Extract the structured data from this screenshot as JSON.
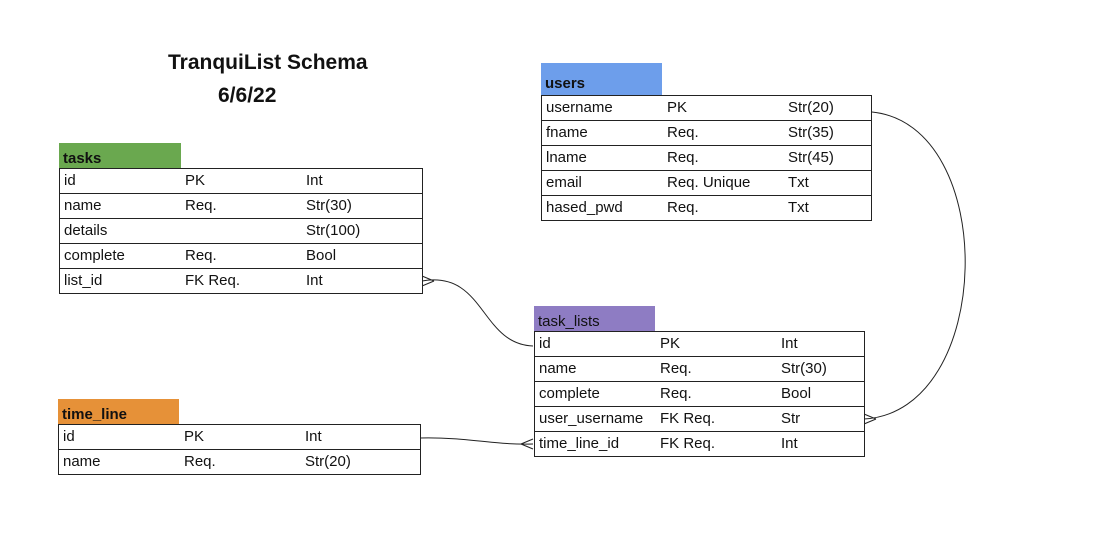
{
  "title": {
    "line1": "TranquiList Schema",
    "line2": "6/6/22"
  },
  "colors": {
    "tasks_header": "#6aa84f",
    "users_header": "#6d9eeb",
    "task_lists_header": "#8e7cc3",
    "time_line_header": "#e69138",
    "border": "#222222"
  },
  "entities": {
    "tasks": {
      "name": "tasks",
      "rows": [
        {
          "field": "id",
          "constraint": "PK",
          "type": "Int"
        },
        {
          "field": "name",
          "constraint": "Req.",
          "type": "Str(30)"
        },
        {
          "field": "details",
          "constraint": "",
          "type": "Str(100)"
        },
        {
          "field": "complete",
          "constraint": "Req.",
          "type": "Bool"
        },
        {
          "field": "list_id",
          "constraint": "FK  Req.",
          "type": "Int"
        }
      ]
    },
    "users": {
      "name": "users",
      "rows": [
        {
          "field": "username",
          "constraint": "PK",
          "type": "Str(20)"
        },
        {
          "field": "fname",
          "constraint": "Req.",
          "type": "Str(35)"
        },
        {
          "field": "lname",
          "constraint": "Req.",
          "type": "Str(45)"
        },
        {
          "field": "email",
          "constraint": "Req.  Unique",
          "type": "Txt"
        },
        {
          "field": "hased_pwd",
          "constraint": "Req.",
          "type": "Txt"
        }
      ]
    },
    "task_lists": {
      "name": "task_lists",
      "rows": [
        {
          "field": "id",
          "constraint": "PK",
          "type": "Int"
        },
        {
          "field": "name",
          "constraint": "Req.",
          "type": "Str(30)"
        },
        {
          "field": "complete",
          "constraint": "Req.",
          "type": "Bool"
        },
        {
          "field": "user_username",
          "constraint": "FK Req.",
          "type": "Str"
        },
        {
          "field": "time_line_id",
          "constraint": "FK Req.",
          "type": "Int"
        }
      ]
    },
    "time_line": {
      "name": "time_line",
      "rows": [
        {
          "field": "id",
          "constraint": "PK",
          "type": "Int"
        },
        {
          "field": "name",
          "constraint": "Req.",
          "type": "Str(20)"
        }
      ]
    }
  },
  "relationships": [
    {
      "from": "tasks.list_id",
      "to": "task_lists.id",
      "many_side": "tasks"
    },
    {
      "from": "users.username",
      "to": "task_lists.user_username",
      "many_side": "task_lists"
    },
    {
      "from": "time_line.id",
      "to": "task_lists.time_line_id",
      "many_side": "task_lists"
    }
  ]
}
